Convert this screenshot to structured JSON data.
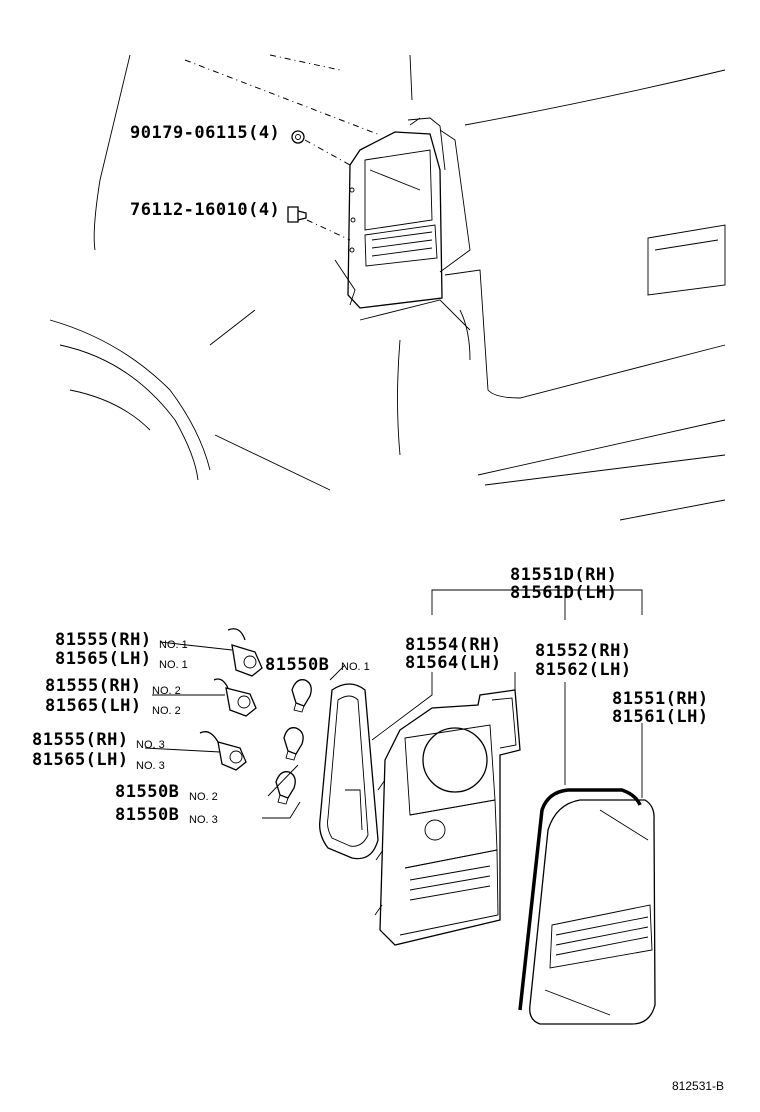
{
  "labels": {
    "nut": "90179-06115(4)",
    "screw": "76112-16010(4)",
    "lens_assy_rh": "81551D(RH)",
    "lens_assy_lh": "81561D(LH)",
    "housing_rh": "81554(RH)",
    "housing_lh": "81564(LH)",
    "gasket_rh": "81552(RH)",
    "gasket_lh": "81562(LH)",
    "lens_rh": "81551(RH)",
    "lens_lh": "81561(LH)",
    "socket1_rh": "81555(RH)",
    "socket1_lh": "81565(LH)",
    "socket1_no": "NO. 1",
    "socket2_rh": "81555(RH)",
    "socket2_lh": "81565(LH)",
    "socket2_no": "NO. 2",
    "socket3_rh": "81555(RH)",
    "socket3_lh": "81565(LH)",
    "socket3_no": "NO. 3",
    "bulb1": "81550B",
    "bulb1_no": "NO. 1",
    "bulb2": "81550B",
    "bulb2_no": "NO. 2",
    "bulb3": "81550B",
    "bulb3_no": "NO. 3"
  },
  "drawing_code": "812531-B"
}
